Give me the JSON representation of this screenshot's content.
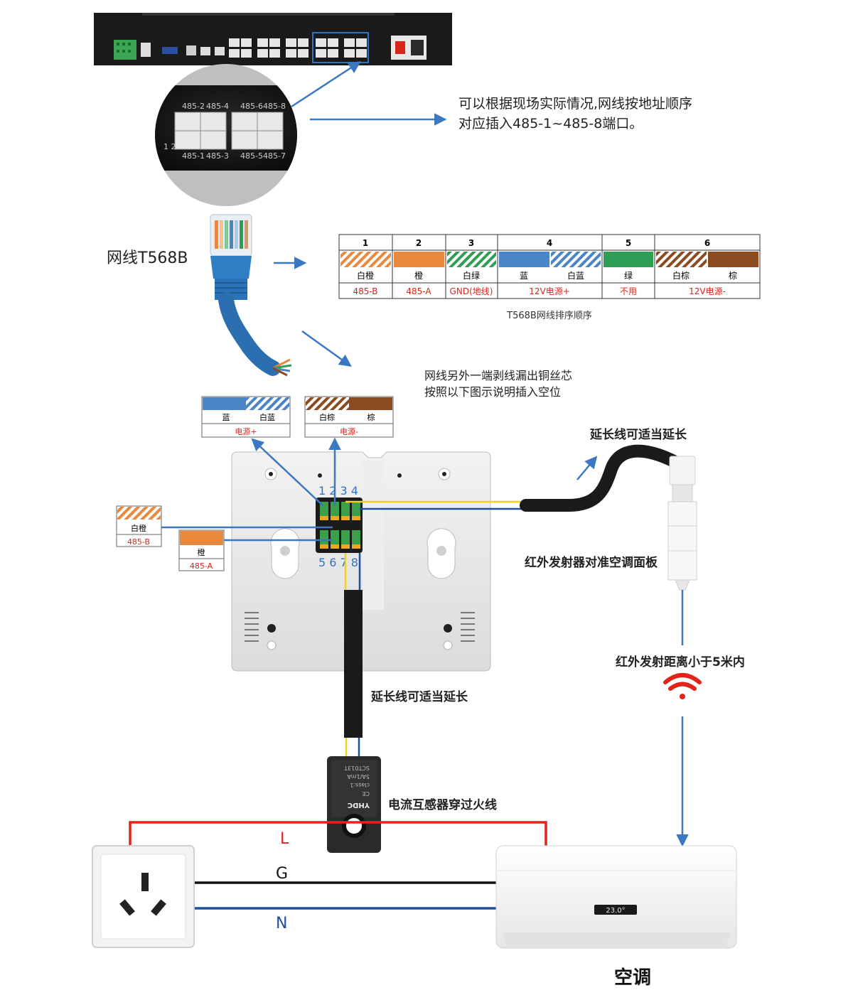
{
  "device": {
    "magnified_ports_top": [
      "485-2",
      "485-4",
      "485-6",
      "485-8"
    ],
    "magnified_ports_bottom": [
      "485-1",
      "485-3",
      "485-5",
      "485-7"
    ],
    "magnified_side_label": "1 2"
  },
  "note_top": {
    "line1": "可以根据现场实际情况,网线按地址顺序",
    "line2": "对应插入485-1~485-8端口。"
  },
  "cable_label": "网线T568B",
  "t568b": {
    "caption": "T568B网线排序顺序",
    "columns": [
      {
        "number": "1",
        "wires": [
          {
            "color": "白橙",
            "stripe": "#e8893d"
          }
        ],
        "function": "485-B"
      },
      {
        "number": "2",
        "wires": [
          {
            "color": "橙",
            "solid": "#e8893d"
          }
        ],
        "function": "485-A"
      },
      {
        "number": "3",
        "wires": [
          {
            "color": "白绿",
            "stripe": "#2f9e55"
          }
        ],
        "function": "GND(地线)"
      },
      {
        "number": "4",
        "wires": [
          {
            "color": "蓝",
            "solid": "#4a86c5"
          },
          {
            "color": "白蓝",
            "stripe": "#4a86c5"
          }
        ],
        "function": "12V电源+"
      },
      {
        "number": "5",
        "wires": [
          {
            "color": "绿",
            "solid": "#2f9e55"
          }
        ],
        "function": "不用"
      },
      {
        "number": "6",
        "wires": [
          {
            "color": "白棕",
            "stripe": "#8b4a1f"
          },
          {
            "color": "棕",
            "solid": "#8b4a1f"
          }
        ],
        "function": "12V电源-"
      }
    ]
  },
  "note_strip": {
    "line1": "网线另外一端剥线漏出铜丝芯",
    "line2": "按照以下图示说明插入空位"
  },
  "legend_power_plus": {
    "left": "蓝",
    "right": "白蓝",
    "function": "电源+"
  },
  "legend_power_minus": {
    "left": "白棕",
    "right": "棕",
    "function": "电源-"
  },
  "legend_white_orange": {
    "name": "白橙",
    "function": "485-B"
  },
  "legend_orange": {
    "name": "橙",
    "function": "485-A"
  },
  "terminal_top": "1 2 3 4",
  "terminal_bottom": "5 6 7 8",
  "ext_ir": "延长线可适当延长",
  "ir_emitter_note": "红外发射器对准空调面板",
  "ir_distance": "红外发射距离小于5米内",
  "ext_ct": "延长线可适当延长",
  "ct": {
    "note": "电流互感器穿过火线",
    "print": [
      "SCT013T",
      "5A/1mA",
      "class:1",
      "CE"
    ],
    "brand": "YHDC"
  },
  "wires": {
    "live": "L",
    "ground": "G",
    "neutral": "N"
  },
  "ac": {
    "label": "空调",
    "display": "23.0°"
  },
  "colors": {
    "arrow_blue": "#3a78c2",
    "live_red": "#e2231a",
    "neutral_blue": "#1f4e9a",
    "wire_yellow": "#f2d21f"
  }
}
